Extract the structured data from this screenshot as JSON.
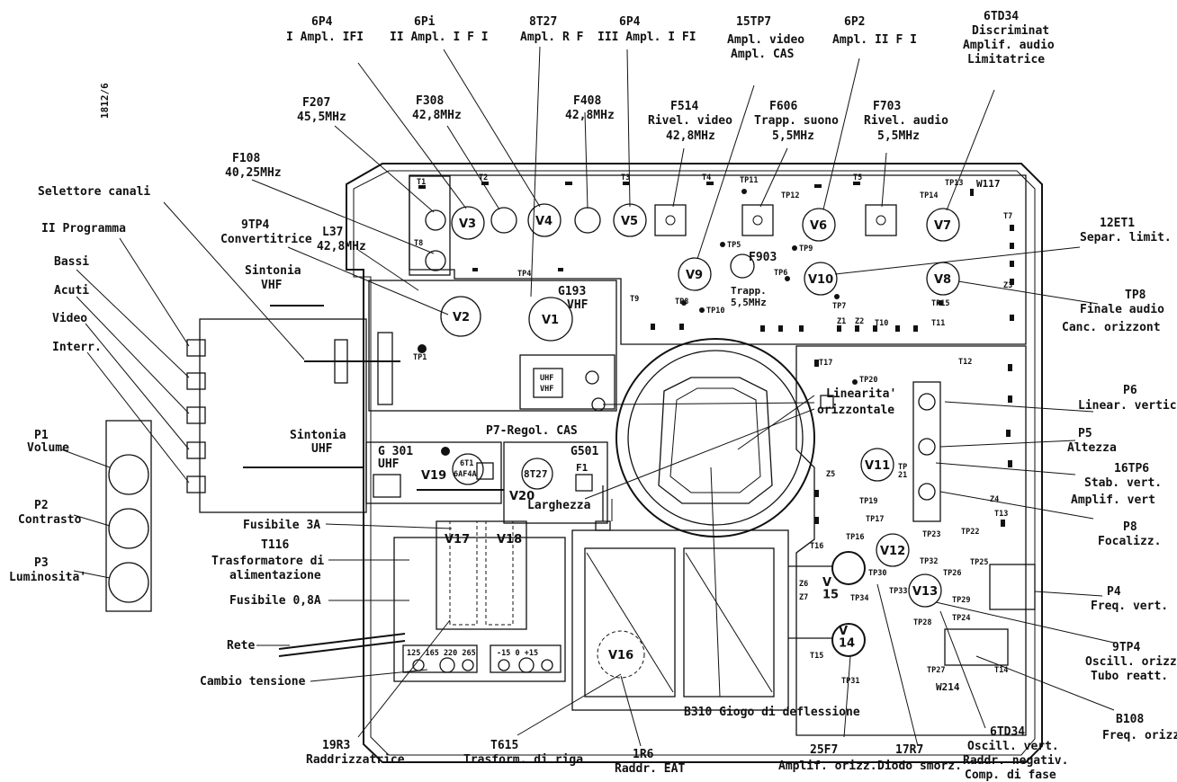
{
  "figure_code": "1812/6",
  "left_labels": {
    "selettore_canali": "Selettore canali",
    "ii_programma": "II Programma",
    "bassi": "Bassi",
    "acuti": "Acuti",
    "video": "Video",
    "interr": "Interr."
  },
  "knobs": {
    "p1_id": "P1",
    "p1_name": "Volume",
    "p2_id": "P2",
    "p2_name": "Contrasto",
    "p3_id": "P3",
    "p3_name": "Luminosita'"
  },
  "top_labels": {
    "f207_id": "F207",
    "f207_val": "45,5MHz",
    "f108_id": "F108",
    "f108_val": "40,25MHz",
    "tp4_id": "9TP4",
    "tp4_name": "Convertitrice",
    "l37_id": "L37",
    "l37_val": "42,8MHz",
    "sint_vhf_1": "Sintonia",
    "sint_vhf_2": "VHF",
    "p4a_id": "6P4",
    "p4a_name": "I Ampl. IFI",
    "p1b_id": "6Pi",
    "p1b_name": "II Ampl. I F I",
    "t27_id": "8T27",
    "t27_name": "Ampl. R F",
    "p4c_id": "6P4",
    "p4c_name": "III Ampl. I FI",
    "f308_id": "F308",
    "f308_val": "42,8MHz",
    "f408_id": "F408",
    "f408_val": "42,8MHz",
    "f514_id": "F514",
    "f514_name": "Rivel. video",
    "f514_val": "42,8MHz",
    "tp7_id": "15TP7",
    "tp7_name1": "Ampl. video",
    "tp7_name2": "Ampl. CAS",
    "f606_id": "F606",
    "f606_name": "Trapp. suono",
    "f606_val": "5,5MHz",
    "p2_id": "6P2",
    "p2_name": "Ampl. II F I",
    "f703_id": "F703",
    "f703_name": "Rivel. audio",
    "f703_val": "5,5MHz",
    "td34_id": "6TD34",
    "td34_l1": "Discriminat",
    "td34_l2": "Amplif. audio",
    "td34_l3": "Limitatrice"
  },
  "right_labels": {
    "et1_id": "12ET1",
    "et1_name": "Separ. limit.",
    "tp8_id": "TP8",
    "tp8_l1": "Finale audio",
    "tp8_l2": "Canc. orizzont",
    "p6_id": "P6",
    "p6_name": "Linear. vertic",
    "p5_id": "P5",
    "p5_name": "Altezza",
    "tp6_id": "16TP6",
    "tp6_l1": "Stab. vert.",
    "tp6_l2": "Amplif. vert",
    "p8_id": "P8",
    "p8_name": "Focalizz.",
    "p4_id": "P4",
    "p4_name": "Freq. vert.",
    "tp4b_id": "9TP4",
    "tp4b_l1": "Oscill. orizz.",
    "tp4b_l2": "Tubo reatt.",
    "b108_id": "B108",
    "b108_name": "Freq. orizz."
  },
  "middle_labels": {
    "sint_uhf_1": "Sintonia",
    "sint_uhf_2": "UHF",
    "p7": "P7-Regol. CAS",
    "lin_1": "Linearita'",
    "lin_2": "orizzontale",
    "larghezza": "Larghezza",
    "fus3": "Fusibile 3A",
    "t116_id": "T116",
    "t116_l1": "Trasformatore di",
    "t116_l2": "alimentazione",
    "fus08": "Fusibile 0,8A",
    "rete": "Rete",
    "cambio": "Cambio tensione"
  },
  "bottom_labels": {
    "r3_id": "19R3",
    "r3_name": "Raddrizzatrice",
    "t615_id": "T615",
    "t615_name": "Trasform. di riga",
    "r6_id": "1R6",
    "r6_name": "Raddr. EAT",
    "b310": "B310 Giogo di deflessione",
    "f7_id": "25F7",
    "f7_name": "Amplif. orizz.",
    "r7_id": "17R7",
    "r7_name": "Diodo smorz.",
    "td34b_id": "6TD34",
    "td34b_l1": "Oscill. vert.",
    "td34b_l2": "Raddr. negativ.",
    "td34b_l3": "Comp. di fase"
  },
  "valves": {
    "v1": "V1",
    "v2": "V2",
    "v3": "V3",
    "v4": "V4",
    "v5": "V5",
    "v6": "V6",
    "v7": "V7",
    "v8": "V8",
    "v9": "V9",
    "v10": "V10",
    "v11": "V11",
    "v12": "V12",
    "v13": "V13",
    "v14": "V\n14",
    "v15": "V\n15",
    "v16": "V16",
    "v17": "V17",
    "v18": "V18",
    "v19": "V19",
    "v20": "V20"
  },
  "board_marks": {
    "g193_id": "G193",
    "g193_name": "VHF",
    "g301_id": "G 301",
    "g301_name": "UHF",
    "g501": "G501",
    "af4a_1": "6T1",
    "af4a_2": "6AF4A",
    "t27b": "8T27",
    "f1": "F1",
    "f903_id": "F903",
    "f903_name1": "Trapp.",
    "f903_name2": "5,5MHz",
    "uhf_vhf_1": "UHF",
    "uhf_vhf_2": "VHF",
    "w117": "W117",
    "w214": "W214",
    "tp1": "TP1",
    "tp4": "TP4",
    "tp5": "TP5",
    "tp6": "TP6",
    "tp7": "TP7",
    "tp8": "TP8",
    "tp9": "TP9",
    "tp10": "TP10",
    "tp11": "TP11",
    "tp12": "TP12",
    "tp13": "TP13",
    "tp14": "TP14",
    "tp15": "TP15",
    "tp16": "TP16",
    "tp17": "TP17",
    "tp19": "TP19",
    "tp20": "TP20",
    "tp22": "TP22",
    "tp23": "TP23",
    "tp24": "TP24",
    "tp25": "TP25",
    "tp26": "TP26",
    "tp27": "TP27",
    "tp28": "TP28",
    "tp29": "TP29",
    "tp30": "TP30",
    "tp31": "TP31",
    "tp32": "TP32",
    "tp33": "TP33",
    "tp34": "TP34",
    "t1": "T1",
    "t2": "T2",
    "t3": "T3",
    "t4": "T4",
    "t5": "T5",
    "t8": "T8",
    "t9": "T9",
    "t10": "T10",
    "t11": "T11",
    "t12": "T12",
    "t13": "T13",
    "t14": "T14",
    "t15": "T15",
    "t16": "T16",
    "t17": "T17",
    "t7": "T7",
    "z1": "Z1",
    "z2": "Z2",
    "z3": "Z3",
    "z4": "Z4",
    "z5": "Z5",
    "z6": "Z6",
    "z7": "Z7",
    "volt_left": "125 165 220  265",
    "volt_right": "-15   0  +15",
    "tp_side": "TP\n21"
  }
}
